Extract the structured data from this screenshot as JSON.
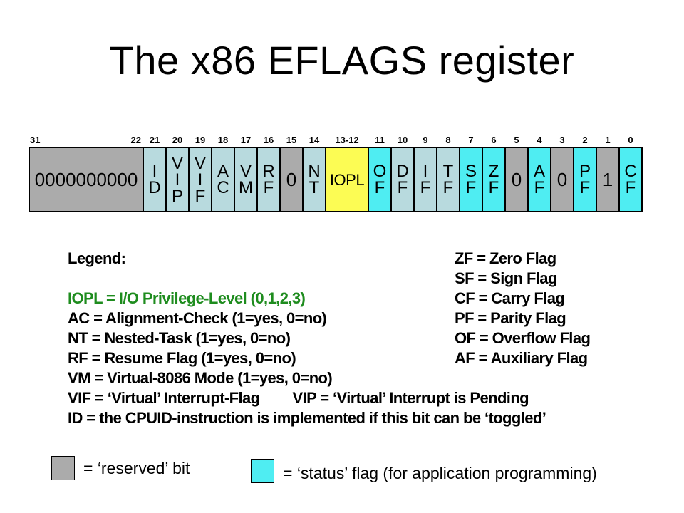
{
  "title": "The x86 EFLAGS register",
  "colors": {
    "reserved": "#ABABAB",
    "status": "#4FEDF2",
    "control": "#B8DADE",
    "iopl": "#FCFC54",
    "legend_green": "#1E8C1E"
  },
  "register": {
    "cells": [
      {
        "bit_left": "31",
        "bit_right": "22",
        "label": "0000000000",
        "type": "reserved",
        "kind": "wide",
        "stacked": false
      },
      {
        "bit": "21",
        "label": "ID",
        "type": "control",
        "kind": "single",
        "stacked": true
      },
      {
        "bit": "20",
        "label": "VIP",
        "type": "control",
        "kind": "single",
        "stacked": true
      },
      {
        "bit": "19",
        "label": "VIF",
        "type": "control",
        "kind": "single",
        "stacked": true
      },
      {
        "bit": "18",
        "label": "AC",
        "type": "control",
        "kind": "single",
        "stacked": true
      },
      {
        "bit": "17",
        "label": "VM",
        "type": "control",
        "kind": "single",
        "stacked": true
      },
      {
        "bit": "16",
        "label": "RF",
        "type": "control",
        "kind": "single",
        "stacked": true
      },
      {
        "bit": "15",
        "label": "0",
        "type": "reserved",
        "kind": "single",
        "stacked": false
      },
      {
        "bit": "14",
        "label": "NT",
        "type": "control",
        "kind": "single",
        "stacked": true
      },
      {
        "bit": "13-12",
        "label": "IOPL",
        "type": "iopl",
        "kind": "iopl",
        "stacked": false
      },
      {
        "bit": "11",
        "label": "OF",
        "type": "status",
        "kind": "single",
        "stacked": true
      },
      {
        "bit": "10",
        "label": "DF",
        "type": "control",
        "kind": "single",
        "stacked": true
      },
      {
        "bit": "9",
        "label": "IF",
        "type": "control",
        "kind": "single",
        "stacked": true
      },
      {
        "bit": "8",
        "label": "TF",
        "type": "control",
        "kind": "single",
        "stacked": true
      },
      {
        "bit": "7",
        "label": "SF",
        "type": "status",
        "kind": "single",
        "stacked": true
      },
      {
        "bit": "6",
        "label": "ZF",
        "type": "status",
        "kind": "single",
        "stacked": true
      },
      {
        "bit": "5",
        "label": "0",
        "type": "reserved",
        "kind": "single",
        "stacked": false
      },
      {
        "bit": "4",
        "label": "AF",
        "type": "status",
        "kind": "single",
        "stacked": true
      },
      {
        "bit": "3",
        "label": "0",
        "type": "reserved",
        "kind": "single",
        "stacked": false
      },
      {
        "bit": "2",
        "label": "PF",
        "type": "status",
        "kind": "single",
        "stacked": true
      },
      {
        "bit": "1",
        "label": "1",
        "type": "reserved",
        "kind": "single",
        "stacked": false
      },
      {
        "bit": "0",
        "label": "CF",
        "type": "status",
        "kind": "single",
        "stacked": true
      }
    ]
  },
  "legend": {
    "heading": "Legend:",
    "left_lines": [
      {
        "text": "IOPL = I/O Privilege-Level (0,1,2,3)",
        "color": "green"
      },
      {
        "text": "AC = Alignment-Check (1=yes, 0=no)"
      },
      {
        "text": "NT = Nested-Task (1=yes, 0=no)"
      },
      {
        "text": "RF = Resume Flag (1=yes, 0=no)"
      },
      {
        "text": "VM = Virtual-8086 Mode (1=yes, 0=no)"
      },
      {
        "text": "VIF = ‘Virtual’ Interrupt-Flag",
        "text2": "VIP = ‘Virtual’ Interrupt is Pending"
      },
      {
        "text": "ID = the CPUID-instruction is implemented if this bit can be ‘toggled’"
      }
    ],
    "right_lines": [
      "ZF = Zero Flag",
      "SF = Sign Flag",
      "CF = Carry Flag",
      "PF = Parity Flag",
      "OF = Overflow Flag",
      "AF = Auxiliary Flag"
    ]
  },
  "key": {
    "reserved_label": "= ‘reserved’ bit",
    "status_label": "= ‘status’ flag (for application programming)"
  }
}
